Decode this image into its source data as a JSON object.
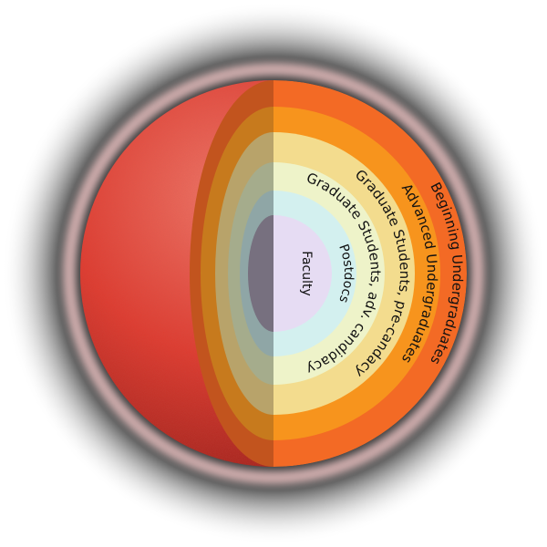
{
  "diagram": {
    "layers": [
      {
        "label": "Beginning Undergraduates",
        "color": "#f36a25",
        "shadow": "#c2541e"
      },
      {
        "label": "Advanced Undergraduates",
        "color": "#f7941d",
        "shadow": "#c77a1d"
      },
      {
        "label": "Graduate Students, pre-candacy",
        "color": "#f3dc8e",
        "shadow": "#b8a36a"
      },
      {
        "label": "Graduate Students, adv. candidacy",
        "color": "#eef3c9",
        "shadow": "#a5ac8c"
      },
      {
        "label": "Postdocs",
        "color": "#d3f0ef",
        "shadow": "#8fa6a6"
      },
      {
        "label": "Faculty",
        "color": "#e6dcf3",
        "shadow": "#77707f"
      }
    ],
    "colors": {
      "halo": "#3a3a3a",
      "glow": "#f2c6c6",
      "sphere": "#e33b30",
      "sphere_dark": "#9e1f18",
      "sphere_highlight": "#f06a5c"
    }
  }
}
